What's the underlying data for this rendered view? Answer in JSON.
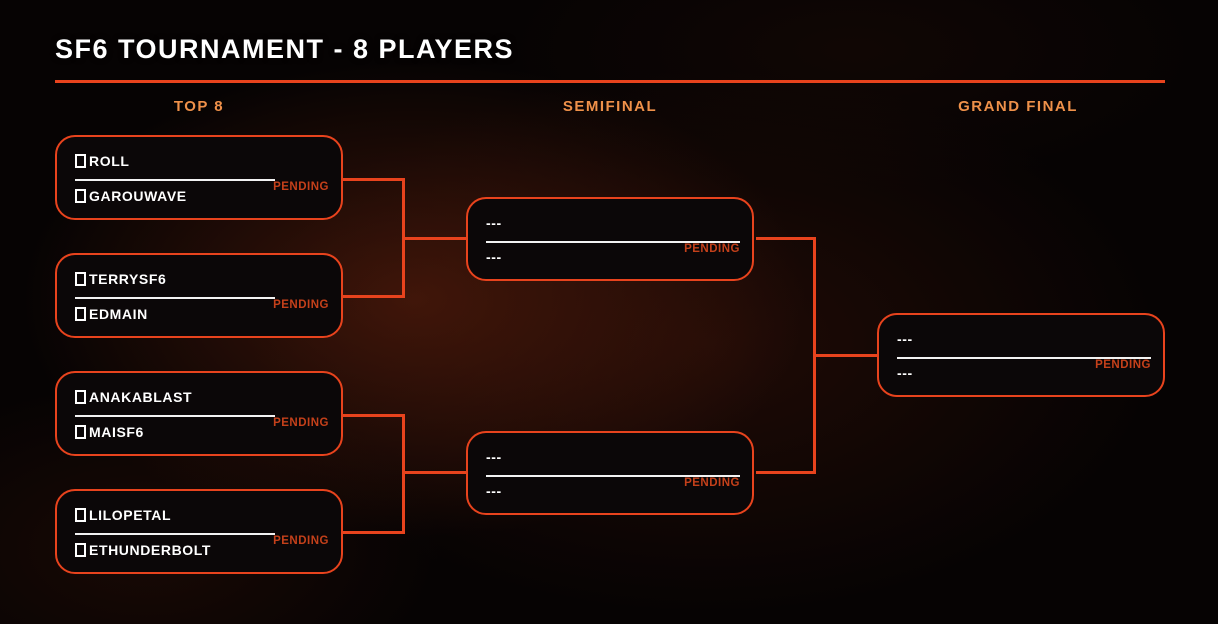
{
  "title": "SF6 TOURNAMENT - 8 PLAYERS",
  "colors": {
    "accent": "#e8431d",
    "round_header": "#ef914a",
    "pending": "#c4401a",
    "player_text": "#ffffff",
    "card_background": "#0b0708",
    "page_background": "#060303"
  },
  "rounds": [
    {
      "label": "TOP 8",
      "matches": [
        {
          "player1": "ROLL",
          "player2": "GAROUWAVE",
          "status": "PENDING"
        },
        {
          "player1": "TERRYSF6",
          "player2": "EDMAIN",
          "status": "PENDING"
        },
        {
          "player1": "ANAKABLAST",
          "player2": "MAISF6",
          "status": "PENDING"
        },
        {
          "player1": "LILOPETAL",
          "player2": "ETHUNDERBOLT",
          "status": "PENDING"
        }
      ]
    },
    {
      "label": "SEMIFINAL",
      "matches": [
        {
          "player1": "---",
          "player2": "---",
          "status": "PENDING"
        },
        {
          "player1": "---",
          "player2": "---",
          "status": "PENDING"
        }
      ]
    },
    {
      "label": "GRAND FINAL",
      "matches": [
        {
          "player1": "---",
          "player2": "---",
          "status": "PENDING"
        }
      ]
    }
  ]
}
